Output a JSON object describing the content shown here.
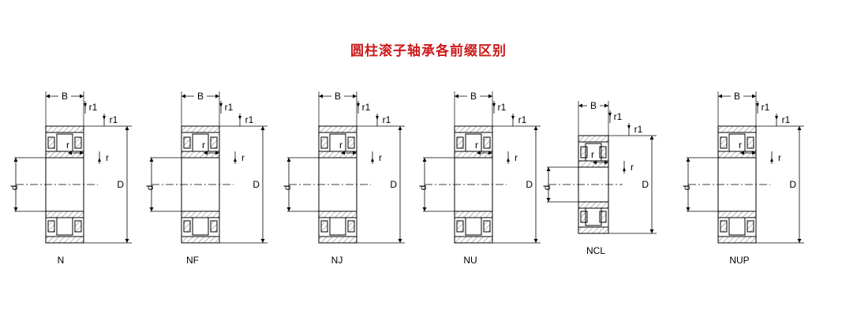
{
  "title": "圆柱滚子轴承各前缀区别",
  "bearings": [
    {
      "type": "N",
      "labels": {
        "b": "B",
        "d": "d",
        "D": "D",
        "r": "r",
        "r1": "r1"
      }
    },
    {
      "type": "NF",
      "labels": {
        "b": "B",
        "d": "d",
        "D": "D",
        "r": "r",
        "r1": "r1"
      }
    },
    {
      "type": "NJ",
      "labels": {
        "b": "B",
        "d": "d",
        "D": "D",
        "r": "r",
        "r1": "r1"
      }
    },
    {
      "type": "NU",
      "labels": {
        "b": "B",
        "d": "d",
        "D": "D",
        "r": "r",
        "r1": "r1"
      }
    },
    {
      "type": "NCL",
      "labels": {
        "b": "B",
        "d": "d",
        "D": "D",
        "r": "r",
        "r1": "r1"
      }
    },
    {
      "type": "NUP",
      "labels": {
        "b": "B",
        "d": "d",
        "D": "D",
        "r": "r",
        "r1": "r1"
      }
    }
  ],
  "colors": {
    "title": "#cc1a1a",
    "line": "#000000",
    "hatch": "#555555"
  }
}
